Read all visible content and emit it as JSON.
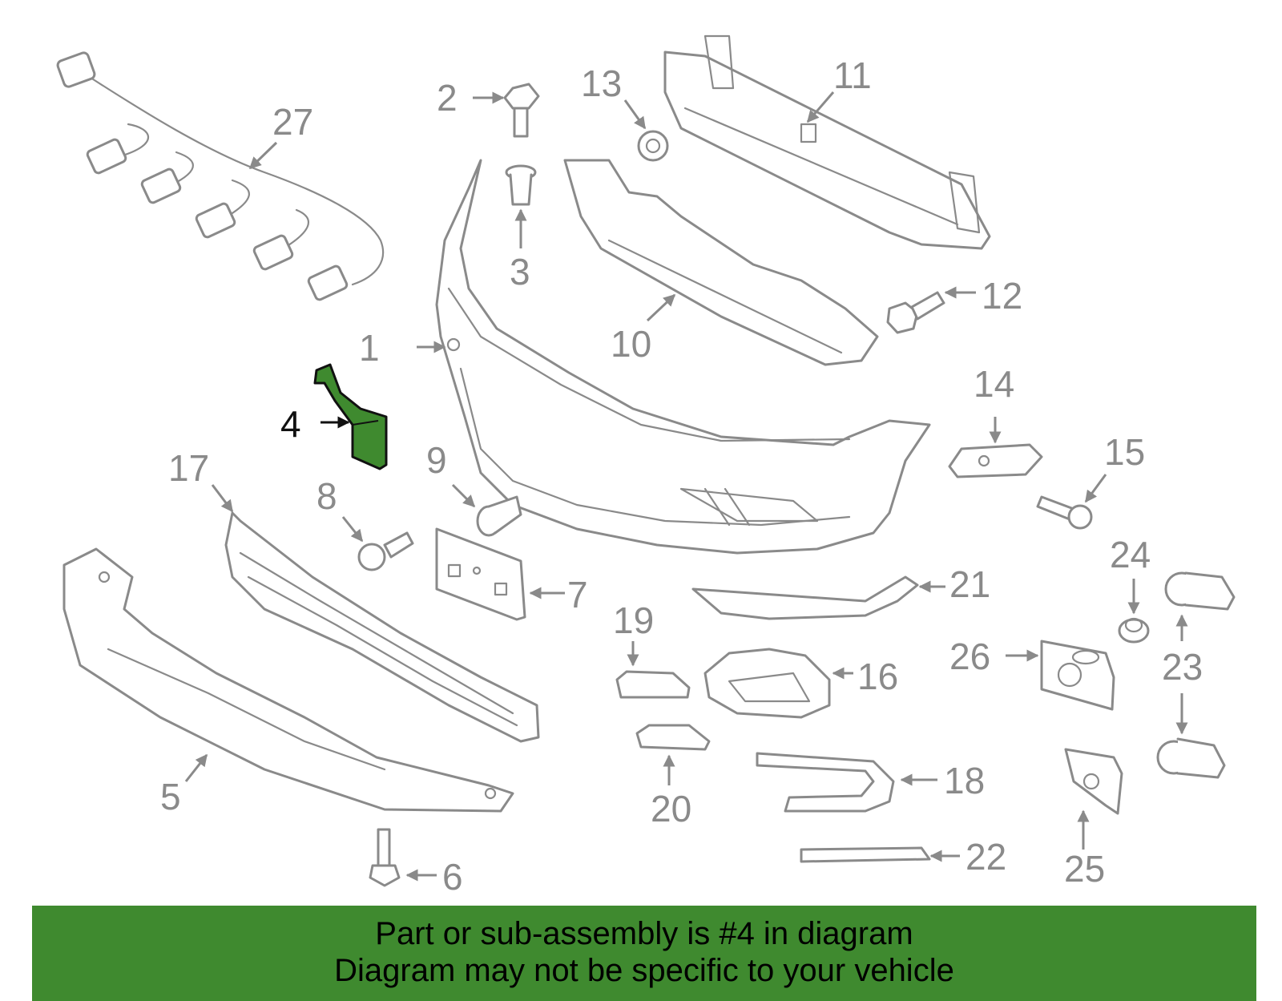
{
  "diagram": {
    "highlighted_part": "4",
    "highlight_color": "#3f8a2f",
    "callouts": {
      "c1": "1",
      "c2": "2",
      "c3": "3",
      "c4": "4",
      "c5": "5",
      "c6": "6",
      "c7": "7",
      "c8": "8",
      "c9": "9",
      "c10": "10",
      "c11": "11",
      "c12": "12",
      "c13": "13",
      "c14": "14",
      "c15": "15",
      "c16": "16",
      "c17": "17",
      "c18": "18",
      "c19": "19",
      "c20": "20",
      "c21": "21",
      "c22": "22",
      "c23": "23",
      "c24": "24",
      "c25": "25",
      "c26": "26",
      "c27": "27"
    }
  },
  "banner": {
    "line1": "Part or sub-assembly is #4 in diagram",
    "line2": "Diagram may not be specific to your vehicle",
    "color": "#3f8a2f"
  }
}
